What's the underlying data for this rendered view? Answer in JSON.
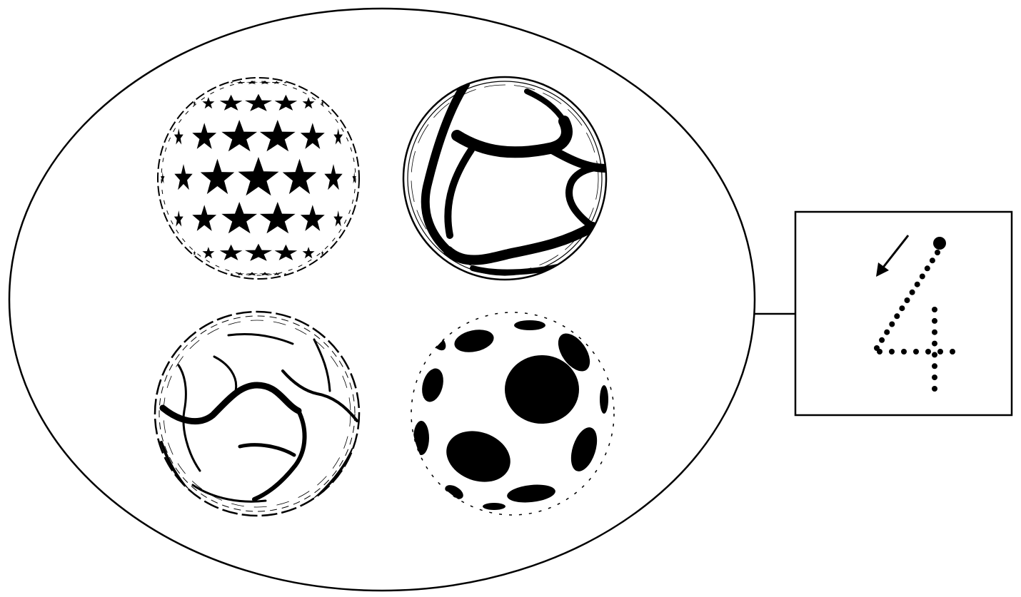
{
  "worksheet": {
    "group": {
      "item_count": 4,
      "balls": [
        {
          "pattern": "stars"
        },
        {
          "pattern": "thick-swirl-lines"
        },
        {
          "pattern": "thin-swirl-lines"
        },
        {
          "pattern": "large-spots"
        }
      ]
    },
    "number_card": {
      "digit": "4",
      "style": "dotted-tracing",
      "stroke_direction_hint": "down-left"
    },
    "colors": {
      "ink": "#000000",
      "paper": "#ffffff"
    }
  }
}
